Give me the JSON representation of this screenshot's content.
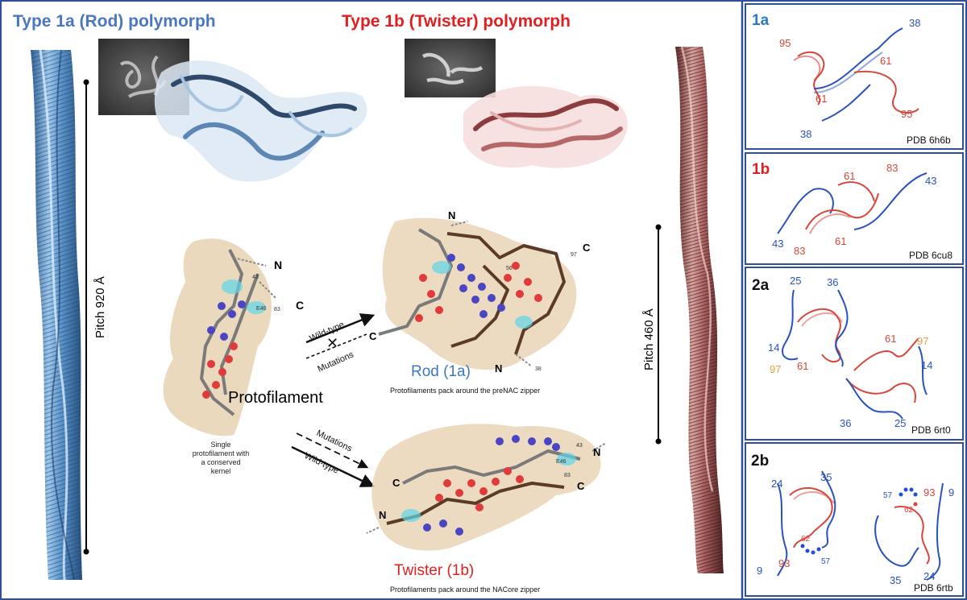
{
  "header": {
    "left_title": "Type 1a (Rod) polymorph",
    "center_title": "Type 1b (Twister) polymorph"
  },
  "pitch": {
    "left": "Pitch 920 Å",
    "right": "Pitch 460 Å"
  },
  "protofilament": {
    "label": "Protofilament",
    "caption": [
      "Single",
      "protofilament with",
      "a conserved",
      "kernel"
    ],
    "term_n": "N",
    "term_c": "C",
    "res_43": "43",
    "res_83": "83",
    "res_e46": "E46"
  },
  "arrows": {
    "wildtype_upper": "Wild-type",
    "mutations_upper": "Mutations",
    "mutations_lower": "Mutations",
    "wildtype_lower": "Wild-type"
  },
  "rod": {
    "label": "Rod (1a)",
    "caption": "Protofilaments pack around the preNAC zipper",
    "term_n": "N",
    "term_c": "C",
    "res_56": "56",
    "res_38": "38",
    "res_97": "97"
  },
  "twister": {
    "label": "Twister (1b)",
    "caption": "Protofilaments pack around the NACore zipper",
    "term_n": "N",
    "term_c": "C",
    "res_43": "43",
    "res_83": "83",
    "res_e46": "E46"
  },
  "panels": [
    {
      "id": "1a",
      "pdb": "PDB 6h6b",
      "labels": [
        "38",
        "95",
        "61",
        "61",
        "95",
        "38"
      ]
    },
    {
      "id": "1b",
      "pdb": "PDB 6cu8",
      "labels": [
        "61",
        "83",
        "43",
        "43",
        "83",
        "61"
      ]
    },
    {
      "id": "2a",
      "pdb": "PDB 6rt0",
      "labels": [
        "25",
        "36",
        "14",
        "97",
        "61",
        "61",
        "97",
        "14",
        "36",
        "25"
      ]
    },
    {
      "id": "2b",
      "pdb": "PDB 6rtb",
      "labels": [
        "24",
        "35",
        "9",
        "93",
        "62",
        "57",
        "57",
        "62",
        "93",
        "9",
        "35",
        "24"
      ]
    }
  ],
  "colors": {
    "rod_blue": "#4a77c0",
    "twister_red": "#e02020",
    "panel_blue": "#2a52be",
    "panel_red": "#d9453a",
    "panel_orange": "#e8a040",
    "frame": "#2e4f9a"
  }
}
